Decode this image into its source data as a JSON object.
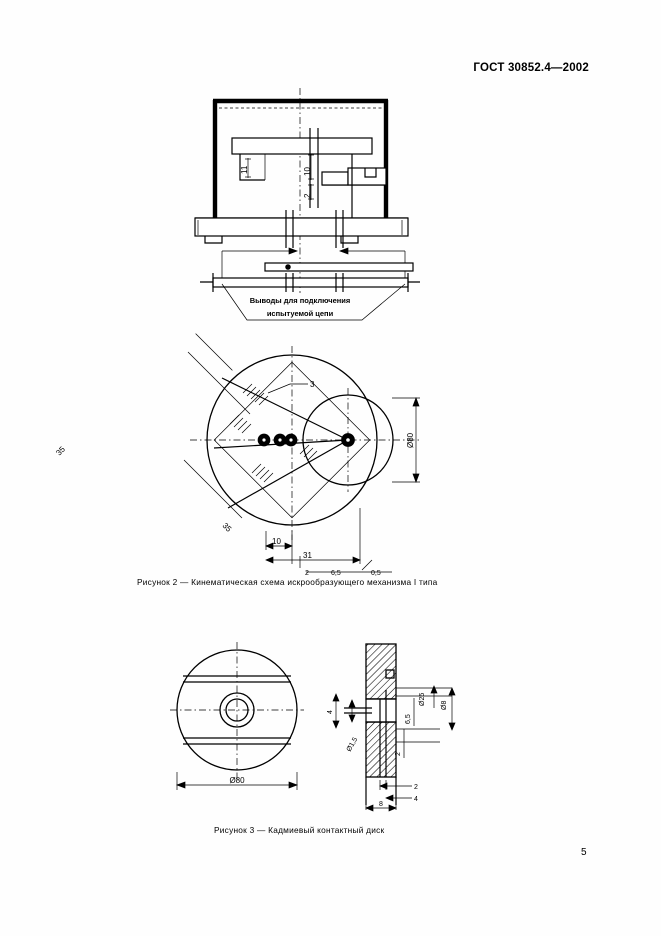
{
  "document": {
    "standard_header": "ГОСТ 30852.4—2002",
    "page_number": "5"
  },
  "figure2": {
    "caption": "Рисунок  2 — Кинематическая схема искрообразующего механизма I типа",
    "inline_label_line1": "Выводы для подключения",
    "inline_label_line2": "испытуемой цепи",
    "dimensions": {
      "d11": "11",
      "d10": "10",
      "d2": "2",
      "callout3": "3",
      "s35_upper": "35",
      "s35_lower": "35",
      "diam80": "Ø80",
      "d2_lower": "2",
      "d65": "6,5",
      "d05": "0,5",
      "d10_bottom": "10",
      "d31": "31"
    }
  },
  "figure3": {
    "caption": "Рисунок  3 — Кадмиевый контактный диск",
    "dimensions": {
      "disc_diameter": "Ø80",
      "d4": "4",
      "diam15": "Ø1,5",
      "d65": "6,5",
      "diam25": "Ø25",
      "diam8": "Ø8",
      "d2_right": "2",
      "d2_bottom": "2",
      "d4_bottom": "4",
      "d8_bottom": "8"
    }
  }
}
